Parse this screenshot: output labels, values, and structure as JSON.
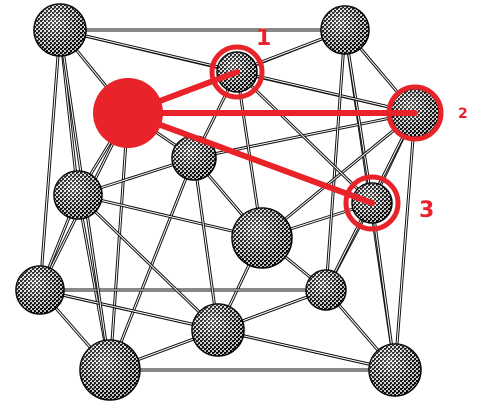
{
  "diagram": {
    "labels": {
      "one": "1",
      "two": "2",
      "three": "3"
    },
    "colors": {
      "highlight": "#e8232a",
      "atom_fill": "#9a9a9a",
      "bond": "#111111",
      "background": "#ffffff"
    }
  }
}
